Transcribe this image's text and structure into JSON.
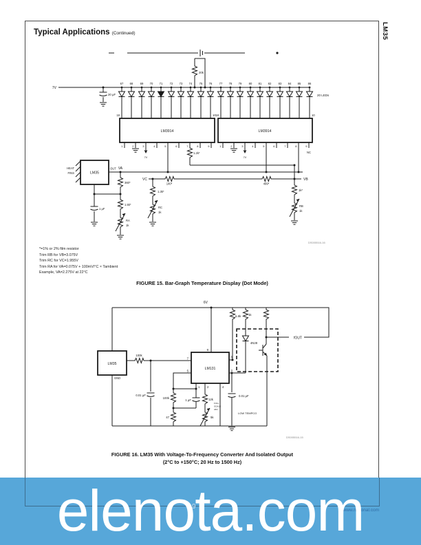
{
  "side_tab": "LM35",
  "header": {
    "title": "Typical Applications",
    "continued": "(Continued)"
  },
  "fig15": {
    "supply": "7V",
    "filter_cap": "20 μF",
    "top_resistor": "20k",
    "led_temps": [
      "67",
      "68",
      "69",
      "70",
      "71",
      "72",
      "73",
      "74",
      "75",
      "76",
      "77",
      "78",
      "79",
      "80",
      "81",
      "82",
      "83",
      "84",
      "85",
      "86"
    ],
    "led_count_note": "20 LEDs",
    "ic_left": "LM3914",
    "ic_right": "LM3914",
    "pin_top_first": "18",
    "pin_top_last": "10",
    "pins_bottom": [
      "1",
      "2",
      "3",
      "4",
      "5",
      "6",
      "7",
      "8",
      "9"
    ],
    "nc_label": "NC",
    "pin3_supply": "7V",
    "sensor": "LM35",
    "heat_fins_line1": "HEAT",
    "heat_fins_line2": "FINS",
    "out_label": "OUT",
    "va_label": "VA",
    "vb_label": "VB",
    "vc_label": "VC",
    "r360": "360*",
    "r1_5k": "1.5k*",
    "ra_name": "RA",
    "ra_value": "1k",
    "cap_1uf": "1 μF",
    "r140": "140*",
    "r1_3k": "1.3k*",
    "rc_name": "RC",
    "rc_value": "1k",
    "r499": "499*",
    "r1k": "1k*",
    "rb_name": "RB",
    "rb_value": "1k",
    "r1_2k": "1.2k*",
    "figure_id": "DS005516-16",
    "notes": [
      "*=1% or 2% film resistor",
      "Trim RB for VB=3.075V",
      "Trim RC for VC=1.955V",
      "Trim RA for VA=0.075V + 100mV/°C × Tambient",
      "Example, VA=2.275V at 22°C"
    ],
    "caption": "FIGURE 15. Bar-Graph Temperature Display (Dot Mode)"
  },
  "fig16": {
    "supply": "6V",
    "sensor": "LM35",
    "gnd_label": "GND",
    "r100k_in": "100k",
    "converter": "LM131",
    "pin7": "7",
    "pin5": "5",
    "pin6": "6",
    "pin3": "3",
    "pin8": "8",
    "pin1": "1",
    "pin2": "2",
    "pin4": "4",
    "r6_8k": "6.8k",
    "r1k": "1k",
    "opto": "4N28",
    "fout_label": "fOUT",
    "cap_in": "0.01 μF",
    "r100k_t": "100k",
    "r47": "47",
    "cap_1uf": "1 μF",
    "r12k": "12k",
    "pot5k": "5k",
    "adj_note": [
      "FULL",
      "SCALE",
      "ADJ"
    ],
    "cap_out": "0.01 μF",
    "tempco_note": "LOW TEMPCO",
    "figure_id": "DS005516-15",
    "caption_line1": "FIGURE 16. LM35 With Voltage-To-Frequency Converter And Isolated Output",
    "caption_line2": "(2°C to +150°C; 20 Hz to 1500 Hz)"
  },
  "footer": {
    "page_number": "9",
    "website": "www.national.com"
  },
  "watermark": {
    "text": "elenota.com",
    "band_color": "#57a7d9",
    "text_color": "#ffffff"
  }
}
